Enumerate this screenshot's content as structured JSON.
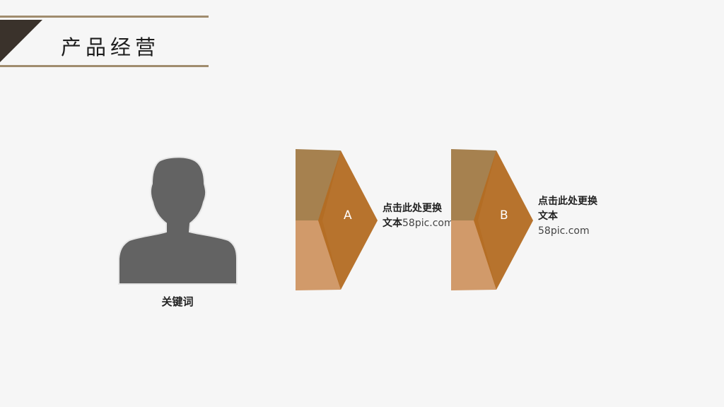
{
  "header": {
    "title": "产品经营"
  },
  "person": {
    "label": "关键词"
  },
  "steps": [
    {
      "letter": "A",
      "desc_bold": "点击此处更换",
      "desc_line2_bold": "文本",
      "desc_site": "58pic.com"
    },
    {
      "letter": "B",
      "desc_bold": "点击此处更换",
      "desc_line2_bold": "文本",
      "desc_site": "58pic.com"
    }
  ],
  "colors": {
    "accent_line": "#a08c6e",
    "title_triangle": "#3a322b",
    "shape_top": "#a6814f",
    "shape_bottom": "#d19a6a",
    "shape_front": "#b36b22",
    "silhouette": "#636363"
  },
  "icons": {
    "person": "person-silhouette-icon",
    "arrow": "chevron-arrow-shape"
  }
}
